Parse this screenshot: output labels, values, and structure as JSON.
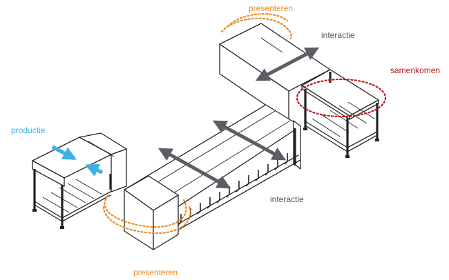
{
  "labels": {
    "production": "productie",
    "present_top": "presenteren",
    "present_bottom": "presenteren",
    "interaction_top": "interactie",
    "interaction_bottom": "interactie",
    "gather": "samenkomen"
  },
  "colors": {
    "production": "#3bb1e6",
    "present": "#ec8a2a",
    "interaction_text": "#555555",
    "interaction_arrow": "#5d5d66",
    "gather": "#b71c24",
    "line": "#222222"
  },
  "icons": {
    "arrow": "double-headed-arrow",
    "converge": "converging-arrows"
  }
}
